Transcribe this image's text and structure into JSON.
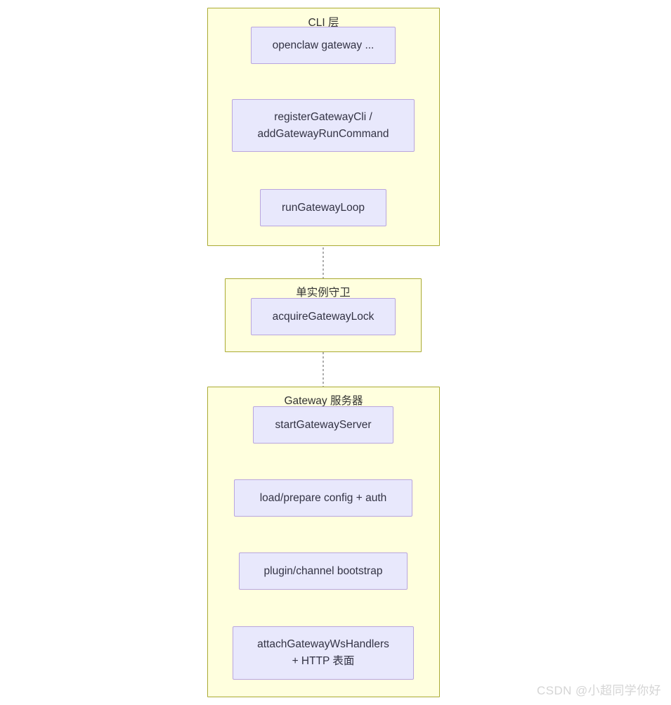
{
  "diagram": {
    "type": "flowchart",
    "direction": "top-to-bottom",
    "colors": {
      "cluster_fill": "#ffffde",
      "cluster_stroke": "#aaaa33",
      "node_fill": "#e8e8fc",
      "node_stroke": "#b9a5de",
      "edge_stroke": "#999999",
      "text": "#333333"
    },
    "clusters": [
      {
        "id": "cli",
        "label": "CLI 层",
        "nodes": [
          {
            "id": "cli-entry",
            "label": "openclaw gateway ..."
          },
          {
            "id": "cli-register",
            "label": "registerGatewayCli /\naddGatewayRunCommand"
          },
          {
            "id": "cli-loop",
            "label": "runGatewayLoop"
          }
        ]
      },
      {
        "id": "guard",
        "label": "单实例守卫",
        "nodes": [
          {
            "id": "guard-lock",
            "label": "acquireGatewayLock"
          }
        ]
      },
      {
        "id": "server",
        "label": "Gateway 服务器",
        "nodes": [
          {
            "id": "server-start",
            "label": "startGatewayServer"
          },
          {
            "id": "server-config",
            "label": "load/prepare config + auth"
          },
          {
            "id": "server-plugin",
            "label": "plugin/channel bootstrap"
          },
          {
            "id": "server-ws",
            "label": "attachGatewayWsHandlers\n+ HTTP 表面"
          }
        ]
      }
    ],
    "edges": [
      {
        "from": "cli-entry",
        "to": "cli-register"
      },
      {
        "from": "cli-register",
        "to": "cli-loop"
      },
      {
        "from": "cli-loop",
        "to": "guard-lock"
      },
      {
        "from": "guard-lock",
        "to": "server-start"
      },
      {
        "from": "server-start",
        "to": "server-config"
      },
      {
        "from": "server-config",
        "to": "server-plugin"
      },
      {
        "from": "server-plugin",
        "to": "server-ws"
      }
    ]
  },
  "watermark": {
    "text": "CSDN @小超同学你好"
  }
}
